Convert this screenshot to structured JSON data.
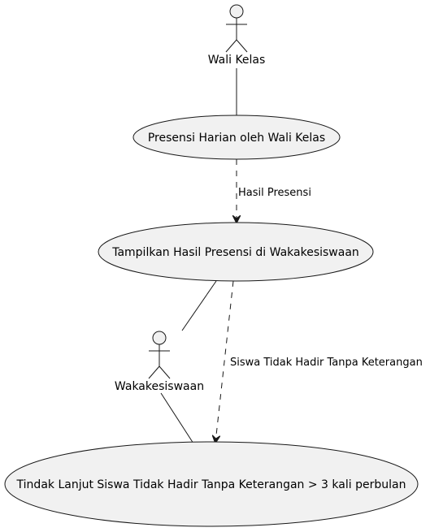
{
  "diagram": {
    "type": "use-case",
    "colors": {
      "background": "#ffffff",
      "fill": "#f1f1f1",
      "stroke": "#181818",
      "text": "#000000"
    },
    "actors": [
      {
        "id": "wali-kelas",
        "label": "Wali Kelas"
      },
      {
        "id": "wakakesiswaan",
        "label": "Wakakesiswaan"
      }
    ],
    "use_cases": [
      {
        "id": "presensi-harian",
        "label": "Presensi Harian oleh Wali Kelas"
      },
      {
        "id": "tampilkan-hasil",
        "label": "Tampilkan Hasil Presensi di Wakakesiswaan"
      },
      {
        "id": "tindak-lanjut",
        "label": "Tindak Lanjut Siswa Tidak Hadir Tanpa Keterangan > 3 kali perbulan"
      }
    ],
    "relations": [
      {
        "from": "wali-kelas",
        "to": "presensi-harian",
        "style": "solid",
        "label": ""
      },
      {
        "from": "presensi-harian",
        "to": "tampilkan-hasil",
        "style": "dashed-arrow",
        "label": "Hasil Presensi"
      },
      {
        "from": "tampilkan-hasil",
        "to": "wakakesiswaan",
        "style": "solid",
        "label": ""
      },
      {
        "from": "tampilkan-hasil",
        "to": "tindak-lanjut",
        "style": "dashed-arrow",
        "label": "Siswa Tidak Hadir Tanpa Keterangan"
      },
      {
        "from": "wakakesiswaan",
        "to": "tindak-lanjut",
        "style": "solid",
        "label": ""
      }
    ]
  }
}
